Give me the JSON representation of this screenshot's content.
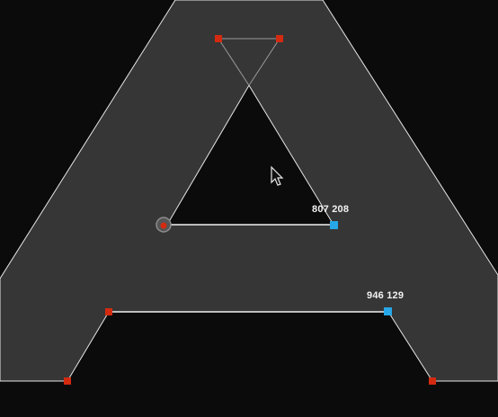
{
  "editor": {
    "glyph": "A",
    "background_color": "#0b0b0b",
    "glyph_fill_color": "#363636",
    "outline_color": "#e6e6e6",
    "handle_line_color": "#9a9a9a",
    "corner_point_color": "#d42a10",
    "selected_point_color": "#27a7e7",
    "start_point_color": "#8c8c8c"
  },
  "coordinates": {
    "inner_selected": "807 208",
    "outer_selected": "946 129"
  },
  "cursor": {
    "icon": "arrow-cursor-icon"
  }
}
